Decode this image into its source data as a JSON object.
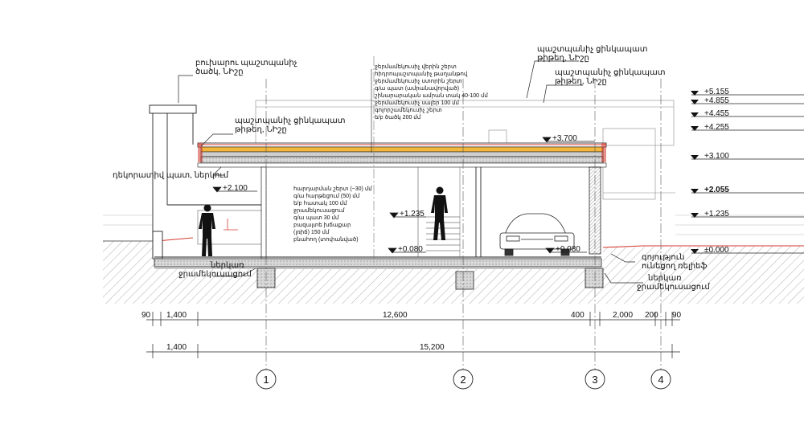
{
  "annotations": {
    "parapet_cap": [
      "բուխարու պաշտպանիչ",
      "ծածկ, ՆԻշը"
    ],
    "cap_right_1": [
      "պաշտպանիչ ցինկապատ",
      "թիթեղ, ՆԻշը"
    ],
    "cap_right_2": [
      "պաշտպանիչ ցինկապատ",
      "թիթեղ, ՆԻշը"
    ],
    "cap_left": [
      "պաշտպանիչ ցինկապատ",
      "թիթեղ, ՆԻշը"
    ],
    "deco_wall": "դեկորատիվ պատ, ներկում",
    "waterproof_left": [
      "ներկառ",
      "ջրամեկուսացում"
    ],
    "waterproof_right": [
      "ներկառ",
      "ջրամեկուսացում"
    ],
    "soil": [
      "գոյություն",
      "ունեցող ռելիեֆ"
    ]
  },
  "roof_spec": [
    "ջերմամեկուսիչ վերին շերտ",
    "հիդրոպաշտպանիչ թաղանթով",
    "ջերմամեկուսիչ ստորին շերտ",
    "գ/ա պատ (ամրանավորված)",
    "շինարարական ամրան տակ 40-100 մմ",
    "ջերմամեկուսիչ սալեր 100 մմ",
    "գոլորշամեկուսիչ շերտ",
    "ե/բ ծածկ 200 մմ"
  ],
  "floor_spec": [
    "հարդարման շերտ (~30) մմ",
    "գ/ա հարթեցում (50) մմ",
    "ե/բ հատակ 100 մմ",
    "ջրամեկուսացում",
    "գ/ա պատ 30 մմ",
    "բազալտե խճաքար",
    "(լռիճ) 150 մմ",
    "բնահող (տոփանված)"
  ],
  "levels": {
    "right": [
      "+5.155",
      "+4.855",
      "+4.455",
      "+4.255",
      "+3.100",
      "+2.055",
      "+1.235",
      "±0.000"
    ],
    "roof": "+3.700",
    "left_step": "+2.100",
    "stair_top": "+1.235",
    "floor_left": "+0.080",
    "floor_right": "+0.080"
  },
  "dimensions": {
    "row1": [
      "90",
      "1,400",
      "12,600",
      "400",
      "2,000",
      "200",
      "90"
    ],
    "row2": [
      "1,400",
      "15,200"
    ]
  },
  "grid_axes": [
    "1",
    "2",
    "3",
    "4"
  ],
  "colors": {
    "line": "#111111",
    "insulation": "#f2b63c",
    "membrane": "#d43a2f",
    "ground_hatch": "#9a9a9a"
  }
}
